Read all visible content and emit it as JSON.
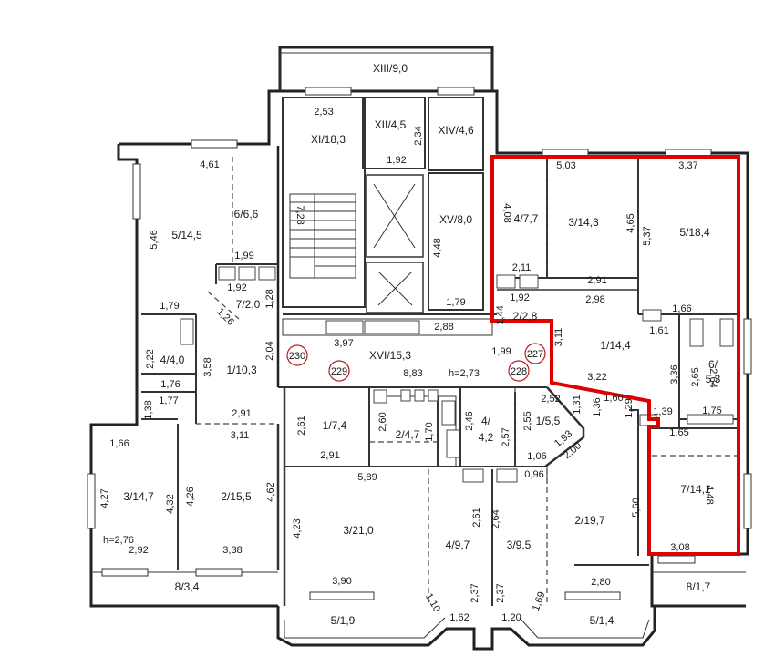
{
  "highlight_color": "#e00000",
  "marker_color": "#b02020",
  "rooms": [
    {
      "id": "r-xiii",
      "label": "XIII/9,0"
    },
    {
      "id": "r-xi",
      "label": "XI/18,3"
    },
    {
      "id": "r-xii",
      "label": "XII/4,5"
    },
    {
      "id": "r-xiv",
      "label": "XIV/4,6"
    },
    {
      "id": "r-xv",
      "label": "XV/8,0"
    },
    {
      "id": "r-xvi",
      "label": "XVI/15,3"
    },
    {
      "id": "r-l-6",
      "label": "6/6,6"
    },
    {
      "id": "r-l-5",
      "label": "5/14,5"
    },
    {
      "id": "r-l-7",
      "label": "7/2,0"
    },
    {
      "id": "r-l-4",
      "label": "4/4,0"
    },
    {
      "id": "r-l-1",
      "label": "1/10,3"
    },
    {
      "id": "r-l-3",
      "label": "3/14,7"
    },
    {
      "id": "r-l-2",
      "label": "2/15,5"
    },
    {
      "id": "r-l-8",
      "label": "8/3,4"
    },
    {
      "id": "r-c-1",
      "label": "1/7,4"
    },
    {
      "id": "r-c-2",
      "label": "2/4,7"
    },
    {
      "id": "r-c-4",
      "label": "4/"
    },
    {
      "id": "r-c-4b",
      "label": "4,2"
    },
    {
      "id": "r-c-15",
      "label": "1/5,5"
    },
    {
      "id": "r-c-3",
      "label": "3/21,0"
    },
    {
      "id": "r-c-49",
      "label": "4/9,7"
    },
    {
      "id": "r-c-39",
      "label": "3/9,5"
    },
    {
      "id": "r-c-51",
      "label": "5/1,9"
    },
    {
      "id": "r-r-4",
      "label": "4/7,7"
    },
    {
      "id": "r-r-3",
      "label": "3/14,3"
    },
    {
      "id": "r-r-5",
      "label": "5/18,4"
    },
    {
      "id": "r-r-2",
      "label": "2/2,8"
    },
    {
      "id": "r-r-1",
      "label": "1/14,4"
    },
    {
      "id": "r-r-6",
      "label": "6/"
    },
    {
      "id": "r-r-6b",
      "label": "5,3"
    },
    {
      "id": "r-r-7",
      "label": "7/14,1"
    },
    {
      "id": "r-r-219",
      "label": "2/19,7"
    },
    {
      "id": "r-r-51",
      "label": "5/1,4"
    },
    {
      "id": "r-r-8",
      "label": "8/1,7"
    }
  ],
  "markers": [
    "230",
    "229",
    "228",
    "227"
  ],
  "ceiling_heights": [
    "h=2,73",
    "h=2,76"
  ],
  "dimensions": [
    "2,53",
    "2,34",
    "1,92",
    "7,28",
    "4,48",
    "1,79",
    "2,88",
    "4,61",
    "5,46",
    "1,99",
    "1,92",
    "1,28",
    "1,79",
    "1,26",
    "2,04",
    "3,97",
    "2,22",
    "1,76",
    "3,58",
    "1,38",
    "1,77",
    "2,91",
    "3,11",
    "1,66",
    "4,27",
    "4,32",
    "4,26",
    "4,62",
    "2,92",
    "3,38",
    "2,61",
    "2,60",
    "1,70",
    "2,91",
    "8,83",
    "2,46",
    "2,57",
    "2,55",
    "1,06",
    "5,89",
    "4,23",
    "2,61",
    "2,64",
    "3,90",
    "1,10",
    "2,37",
    "2,37",
    "1,62",
    "1,20",
    "1,69",
    "0,96",
    "5,03",
    "3,37",
    "4,08",
    "4,65",
    "5,37",
    "2,11",
    "2,91",
    "1,92",
    "2,98",
    "1,44",
    "1,99",
    "3,11",
    "1,66",
    "1,61",
    "3,22",
    "3,36",
    "2,65",
    "2,64",
    "2,52",
    "1,31",
    "1,36",
    "1,60",
    "1,29",
    "1,39",
    "1,75",
    "1,65",
    "1,93",
    "2,00",
    "5,60",
    "4,48",
    "3,08",
    "2,80"
  ]
}
